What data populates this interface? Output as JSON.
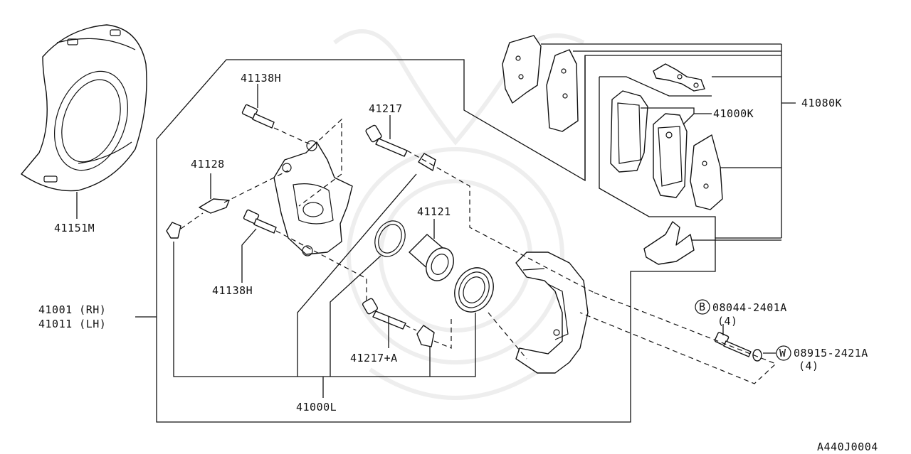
{
  "diagram": {
    "parts": {
      "p41151m": "41151M",
      "p41138h_top": "41138H",
      "p41217": "41217",
      "p41128": "41128",
      "p41121": "41121",
      "p41138h_bottom": "41138H",
      "p41217a": "41217+A",
      "p41000l": "41000L",
      "p41001": "41001 (RH)",
      "p41011": "41011 (LH)",
      "p41000k": "41000K",
      "p41080k": "41080K",
      "bolt_part": "08044-2401A",
      "bolt_qty": "(4)",
      "washer_part": "08915-2421A",
      "washer_qty": "(4)",
      "bolt_symbol": "B",
      "washer_symbol": "W"
    },
    "figure_code": "A440J0004"
  }
}
